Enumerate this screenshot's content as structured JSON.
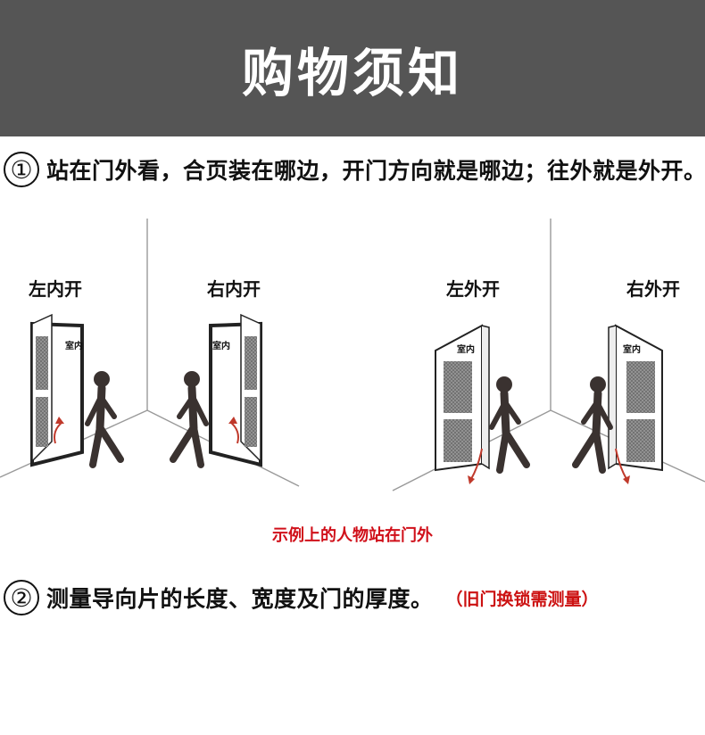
{
  "header": {
    "title": "购物须知"
  },
  "step1": {
    "number": "①",
    "text": "站在门外看，合页装在哪边，开门方向就是哪边；往外就是外开。"
  },
  "illustration": {
    "doors": [
      {
        "label": "左内开",
        "room_tag": "室内"
      },
      {
        "label": "右内开",
        "room_tag": "室内"
      },
      {
        "label": "左外开",
        "room_tag": "室内"
      },
      {
        "label": "右外开",
        "room_tag": "室内"
      }
    ],
    "caption": "示例上的人物站在门外"
  },
  "step2": {
    "number": "②",
    "text": "测量导向片的长度、宽度及门的厚度。",
    "note": "（旧门换锁需测量）"
  },
  "colors": {
    "banner": "#555555",
    "accent_red": "#d0101a",
    "person": "#3a3230"
  }
}
